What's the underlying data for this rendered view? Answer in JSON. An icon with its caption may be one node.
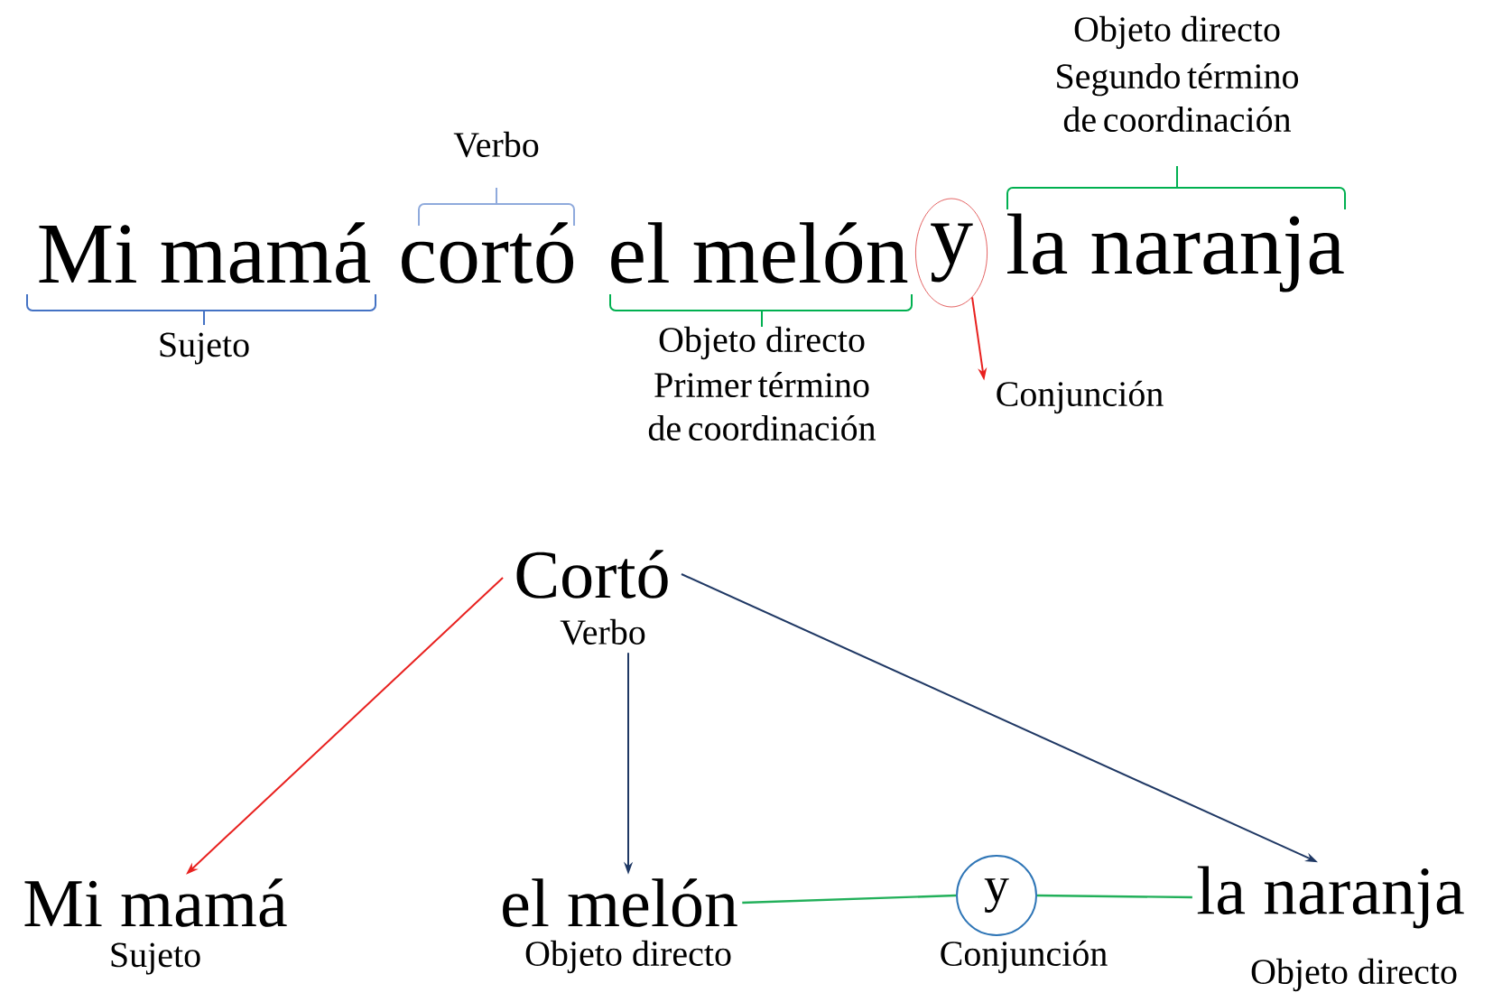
{
  "diagram": {
    "nodes": [
      {
        "text": [
          "Mi mamá"
        ],
        "beside": [
          "Sujeto"
        ]
      },
      {
        "text": [
          "cortó"
        ],
        "beside": [
          "Verbo"
        ]
      },
      {
        "text": [
          "el melón"
        ],
        "beside": [
          "Objeto directo",
          "Primer término de coordinación"
        ]
      },
      {
        "text": [
          "y"
        ]
      },
      {
        "text": [
          "la naranja"
        ],
        "beside": [
          "Objeto directo",
          "Segundo término de coordinación"
        ]
      },
      {
        "text": [
          "Conjunción"
        ]
      },
      {
        "text": [
          "Cortó"
        ],
        "beside": [
          "Verbo"
        ]
      },
      {
        "text": [
          "Mi mamá"
        ],
        "beside": [
          "Sujeto"
        ]
      },
      {
        "text": [
          "el melón"
        ],
        "beside": [
          "Objeto directo"
        ]
      },
      {
        "text": [
          "y"
        ],
        "beside": [
          "Conjunción"
        ]
      },
      {
        "text": [
          "la naranja"
        ],
        "beside": [
          "Objeto directo"
        ]
      }
    ],
    "edges": [
      {
        "from": 3,
        "to": 5,
        "arrow": "to",
        "color": "#e8201e"
      },
      {
        "from": 6,
        "to": 7,
        "arrow": "to",
        "color": "#e8201e"
      },
      {
        "from": 6,
        "to": 8,
        "arrow": "to",
        "color": "#1f3864"
      },
      {
        "from": 6,
        "to": 10,
        "arrow": "to",
        "color": "#1f3864"
      },
      {
        "from": 8,
        "to": 9,
        "arrow": "none",
        "color": "#22b05a"
      },
      {
        "from": 9,
        "to": 10,
        "arrow": "none",
        "color": "#22b05a"
      }
    ]
  }
}
